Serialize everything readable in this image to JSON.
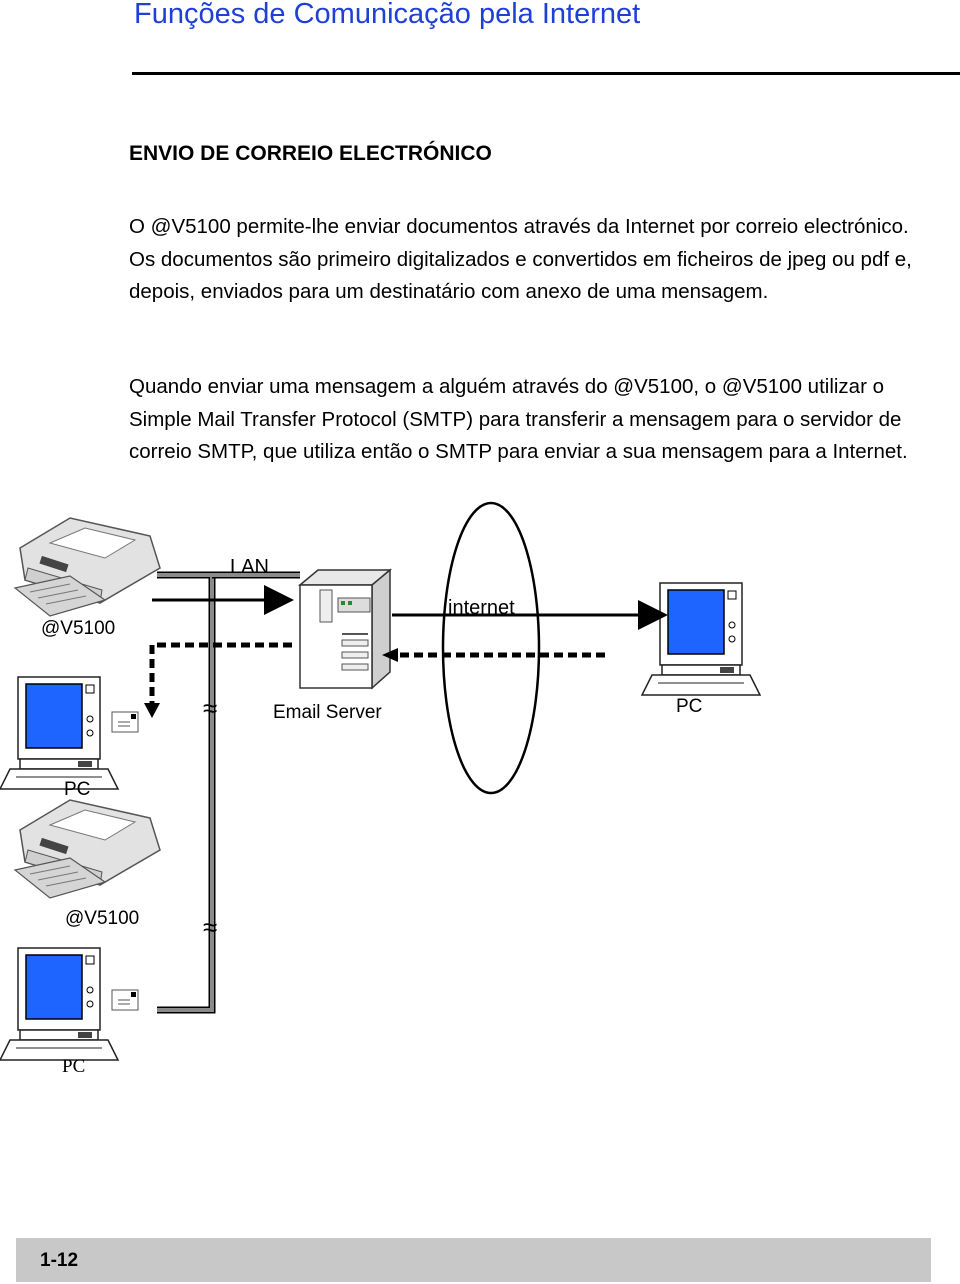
{
  "header": {
    "title": "Funções de Comunicação pela Internet"
  },
  "section": {
    "heading": "ENVIO DE CORREIO ELECTRÓNICO"
  },
  "paragraphs": {
    "p1": "O @V5100 permite-lhe enviar documentos através da Internet por correio electrónico. Os documentos são primeiro digitalizados e convertidos em ficheiros de jpeg ou pdf e, depois, enviados para um destinatário com anexo de uma mensagem.",
    "p2": "Quando enviar uma mensagem a alguém através do @V5100, o @V5100 utilizar o Simple Mail Transfer Protocol (SMTP) para transferir a mensagem para o servidor de correio SMTP, que utiliza então o SMTP para enviar a sua mensagem para a Internet."
  },
  "diagram": {
    "lan_label": "LAN",
    "internet_label": "internet",
    "email_server_label": "Email Server",
    "scanner_top_label": "@V5100",
    "scanner_bottom_label": "@V5100",
    "pc_left_top_label": "PC",
    "pc_right_label": "PC",
    "pc_left_bottom_label": "PC",
    "break_symbol": "≈",
    "colors": {
      "screen": "#1e64ff",
      "lan_line": "#7a7a7a"
    }
  },
  "footer": {
    "page_number": "1-12"
  }
}
